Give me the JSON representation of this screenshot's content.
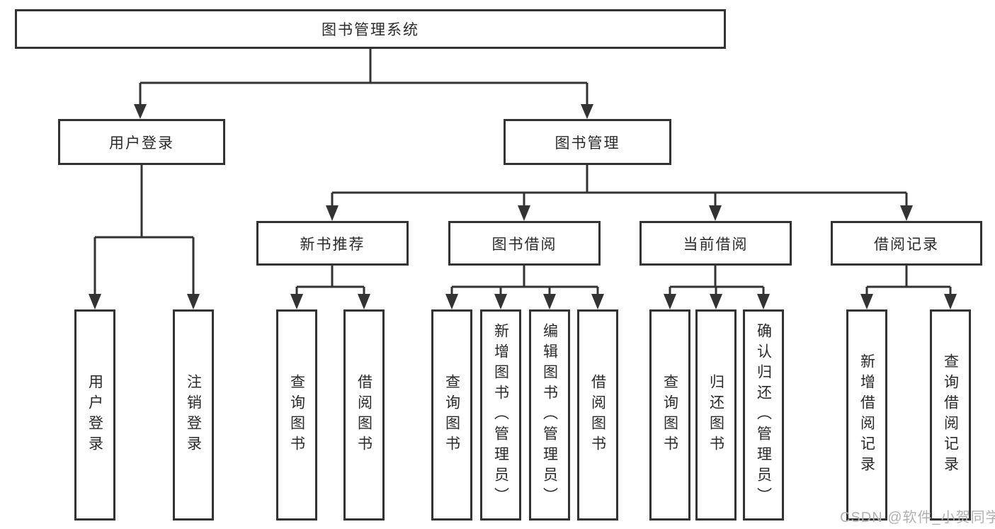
{
  "diagram": {
    "root": {
      "label": "图书管理系统"
    },
    "branches": [
      {
        "label": "用户登录",
        "children": [
          {
            "label": "用户登录"
          },
          {
            "label": "注销登录"
          }
        ]
      },
      {
        "label": "图书管理",
        "children": [
          {
            "label": "新书推荐",
            "children": [
              {
                "label": "查询图书"
              },
              {
                "label": "借阅图书"
              }
            ]
          },
          {
            "label": "图书借阅",
            "children": [
              {
                "label": "查询图书"
              },
              {
                "label": "新增图书（管理员）"
              },
              {
                "label": "编辑图书（管理员）"
              },
              {
                "label": "借阅图书"
              }
            ]
          },
          {
            "label": "当前借阅",
            "children": [
              {
                "label": "查询图书"
              },
              {
                "label": "归还图书"
              },
              {
                "label": "确认归还（管理员）"
              }
            ]
          },
          {
            "label": "借阅记录",
            "children": [
              {
                "label": "新增借阅记录"
              },
              {
                "label": "查询借阅记录"
              }
            ]
          }
        ]
      }
    ],
    "watermark": "CSDN @软件_小贺同学",
    "colors": {
      "line": "#333333",
      "text": "#2a2a2a",
      "watermark": "#b0b0b0",
      "background": "#ffffff"
    }
  }
}
